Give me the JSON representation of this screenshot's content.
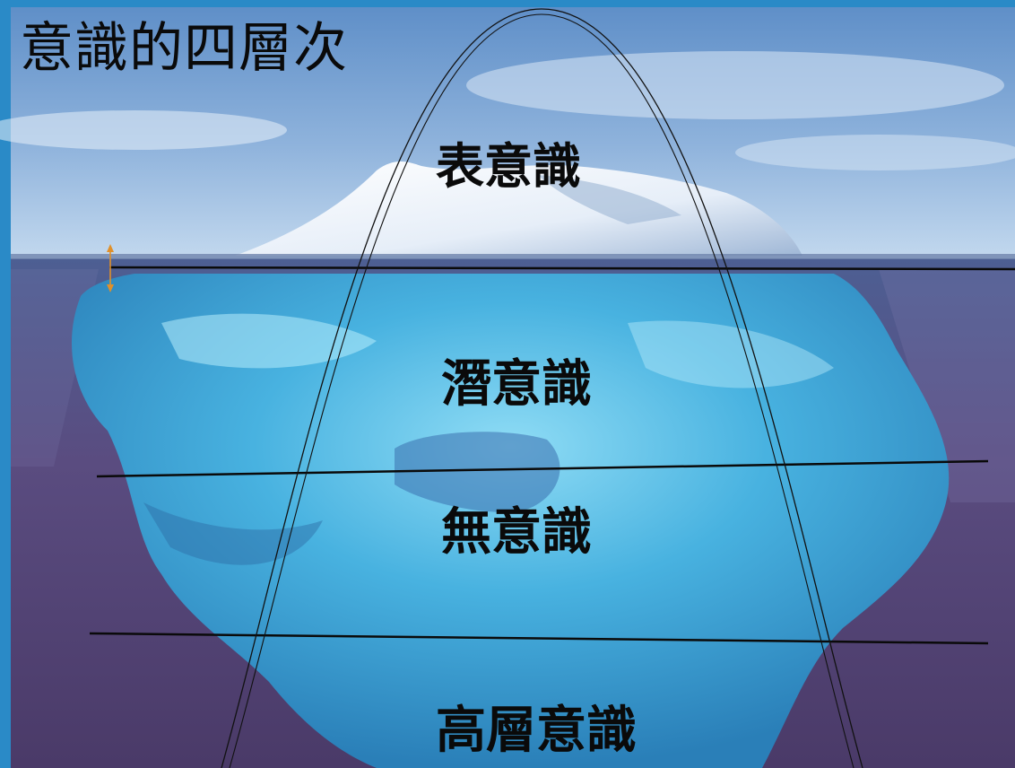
{
  "title": "意識的四層次",
  "levels": [
    {
      "label": "表意識"
    },
    {
      "label": "潛意識"
    },
    {
      "label": "無意識"
    },
    {
      "label": "高層意識"
    }
  ],
  "colors": {
    "frame": "#2a8ac7",
    "sky_top": "#5f8fc8",
    "sky_bottom": "#b9d2ea",
    "sea": "#5a4a7e",
    "ice_above": "#f4f8fc",
    "ice_below": "#4fb4dc",
    "lines": "#0a0a0a",
    "marker": "#e0902a"
  }
}
